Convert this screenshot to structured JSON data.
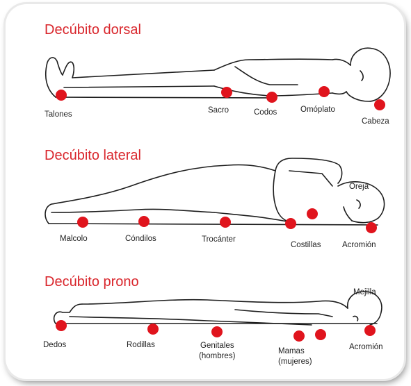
{
  "colors": {
    "accent": "#e0141d",
    "outline": "#1d1d1d",
    "background": "#ffffff"
  },
  "sections": [
    {
      "title": "Decúbito dorsal",
      "points": [
        {
          "name": "talones",
          "label": "Talones"
        },
        {
          "name": "sacro",
          "label": "Sacro"
        },
        {
          "name": "codos",
          "label": "Codos"
        },
        {
          "name": "omoplato",
          "label": "Omóplato"
        },
        {
          "name": "cabeza",
          "label": "Cabeza"
        }
      ]
    },
    {
      "title": "Decúbito lateral",
      "points": [
        {
          "name": "maleolo",
          "label": "Malcolo"
        },
        {
          "name": "condilos",
          "label": "Cóndilos"
        },
        {
          "name": "trocanter",
          "label": "Trocánter"
        },
        {
          "name": "costillas",
          "label": "Costillas"
        },
        {
          "name": "acromion",
          "label": "Acromión"
        },
        {
          "name": "oreja",
          "label": "Oreja"
        }
      ]
    },
    {
      "title": "Decúbito prono",
      "points": [
        {
          "name": "dedos",
          "label": "Dedos"
        },
        {
          "name": "rodillas",
          "label": "Rodillas"
        },
        {
          "name": "genitales",
          "label": "Genitales",
          "sublabel": "(hombres)"
        },
        {
          "name": "mamas",
          "label": "Mamas",
          "sublabel": "(mujeres)"
        },
        {
          "name": "acromion",
          "label": "Acromión"
        },
        {
          "name": "mejilla",
          "label": "Mejilla"
        }
      ]
    }
  ]
}
